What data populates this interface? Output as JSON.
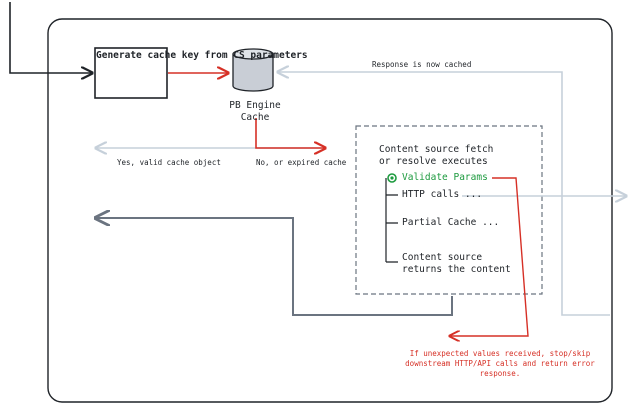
{
  "diagram": {
    "nodes": {
      "generate_cache_key": "Generate cache key from CS parameters",
      "engine_cache": "PB Engine Cache",
      "content_source": "Content source fetch or resolve executes"
    },
    "steps": [
      {
        "label": "Validate Params",
        "status": "active"
      },
      {
        "label": "HTTP calls ...",
        "status": "normal"
      },
      {
        "label": "Partial Cache ...",
        "status": "normal"
      },
      {
        "label": "Content source returns the content",
        "status": "normal"
      }
    ],
    "edges": {
      "cache_hit": "Yes, valid cache object",
      "cache_miss": "No, or expired cache",
      "cached_response": "Response is now cached"
    },
    "error_notice": "If unexpected values received, stop/skip downstream HTTP/API calls and return error response."
  },
  "colors": {
    "ink": "#1f2328",
    "arrow_red": "#d63026",
    "arrow_gray": "#c6d0da",
    "return_path": "#6b7480",
    "success_green": "#1c9a3e"
  }
}
